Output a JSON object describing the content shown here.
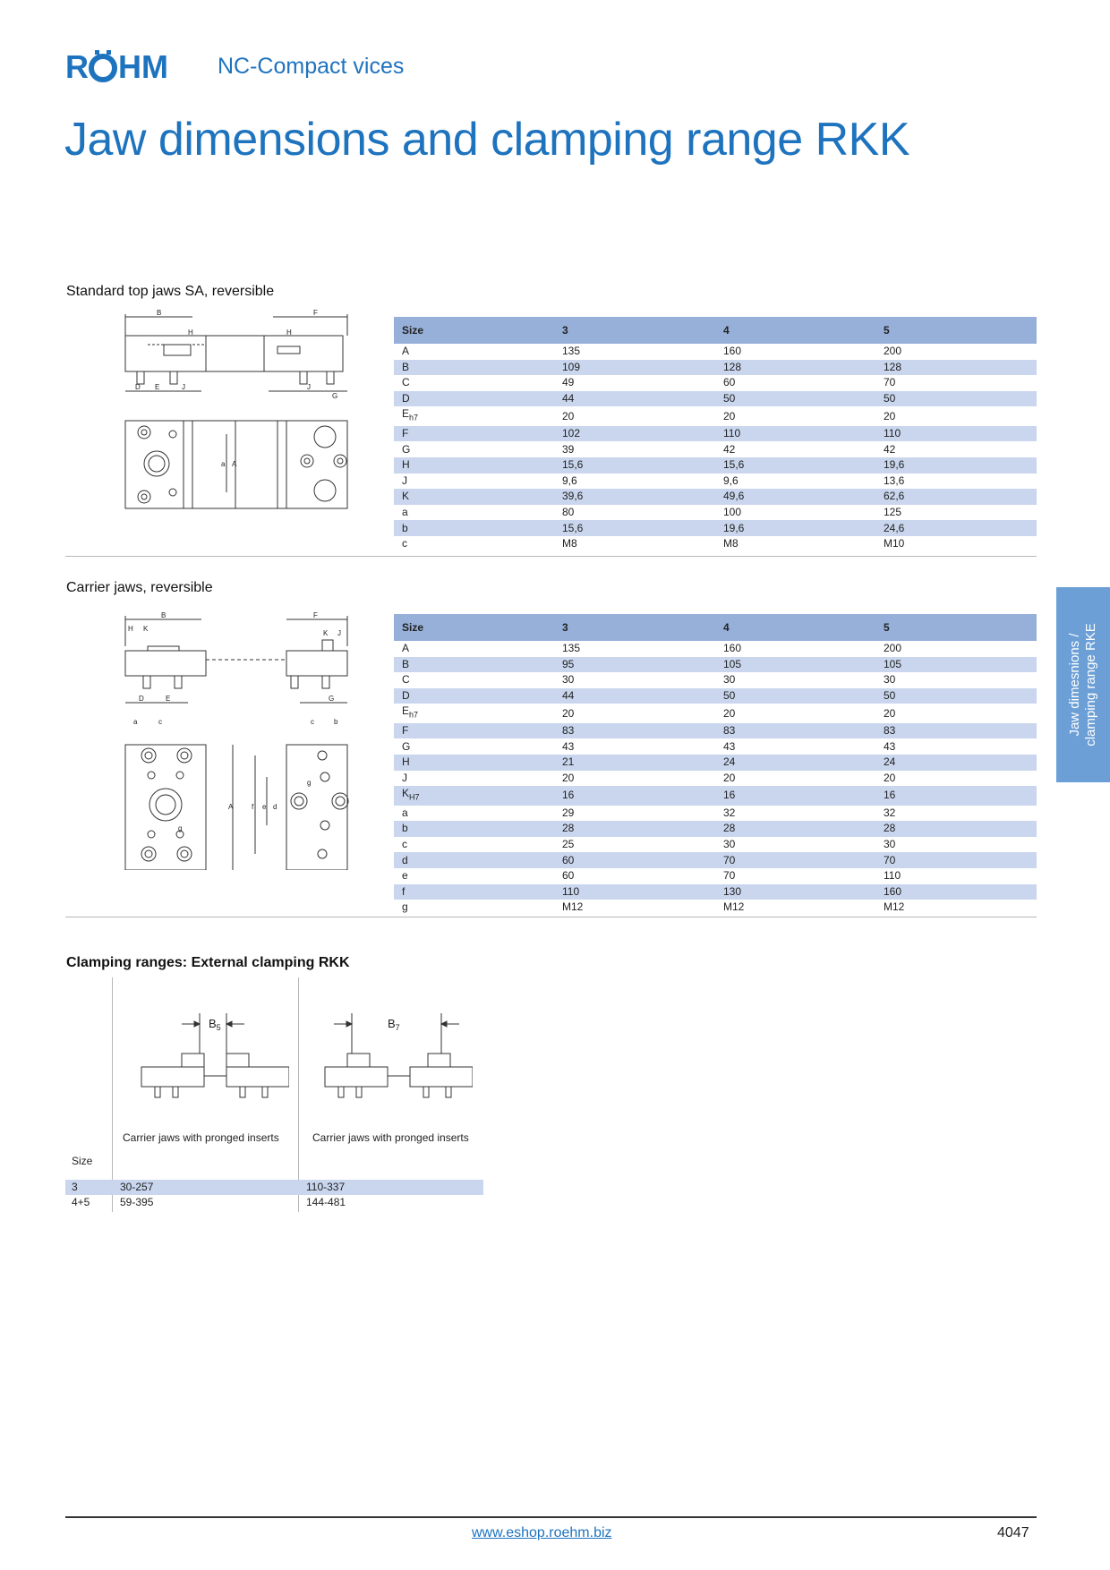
{
  "header": {
    "brand": "RÖHM",
    "subtitle": "NC-Compact vices",
    "title": "Jaw dimensions and clamping range RKK"
  },
  "side_tab": {
    "line1": "Jaw dimesnions /",
    "line2": "clamping range RKE"
  },
  "section1": {
    "heading": "Standard top jaws SA, reversible",
    "table": {
      "columns": [
        "Size",
        "3",
        "4",
        "5"
      ],
      "rows": [
        [
          "A",
          "135",
          "160",
          "200"
        ],
        [
          "B",
          "109",
          "128",
          "128"
        ],
        [
          "C",
          "49",
          "60",
          "70"
        ],
        [
          "D",
          "44",
          "50",
          "50"
        ],
        [
          "E",
          "20",
          "20",
          "20"
        ],
        [
          "F",
          "102",
          "110",
          "110"
        ],
        [
          "G",
          "39",
          "42",
          "42"
        ],
        [
          "H",
          "15,6",
          "15,6",
          "19,6"
        ],
        [
          "J",
          "9,6",
          "9,6",
          "13,6"
        ],
        [
          "K",
          "39,6",
          "49,6",
          "62,6"
        ],
        [
          "a",
          "80",
          "100",
          "125"
        ],
        [
          "b",
          "15,6",
          "19,6",
          "24,6"
        ],
        [
          "c",
          "M8",
          "M8",
          "M10"
        ]
      ],
      "subscripts": {
        "E": "h7"
      }
    }
  },
  "section2": {
    "heading": "Carrier jaws, reversible",
    "table": {
      "columns": [
        "Size",
        "3",
        "4",
        "5"
      ],
      "rows": [
        [
          "A",
          "135",
          "160",
          "200"
        ],
        [
          "B",
          "95",
          "105",
          "105"
        ],
        [
          "C",
          "30",
          "30",
          "30"
        ],
        [
          "D",
          "44",
          "50",
          "50"
        ],
        [
          "E",
          "20",
          "20",
          "20"
        ],
        [
          "F",
          "83",
          "83",
          "83"
        ],
        [
          "G",
          "43",
          "43",
          "43"
        ],
        [
          "H",
          "21",
          "24",
          "24"
        ],
        [
          "J",
          "20",
          "20",
          "20"
        ],
        [
          "K",
          "16",
          "16",
          "16"
        ],
        [
          "a",
          "29",
          "32",
          "32"
        ],
        [
          "b",
          "28",
          "28",
          "28"
        ],
        [
          "c",
          "25",
          "30",
          "30"
        ],
        [
          "d",
          "60",
          "70",
          "70"
        ],
        [
          "e",
          "60",
          "70",
          "110"
        ],
        [
          "f",
          "110",
          "130",
          "160"
        ],
        [
          "g",
          "M12",
          "M12",
          "M12"
        ]
      ],
      "subscripts": {
        "E": "h7",
        "K": "H7"
      }
    }
  },
  "section3": {
    "heading": "Clamping ranges: External clamping RKK",
    "labels": {
      "b5": "B",
      "b5_sub": "5",
      "b7": "B",
      "b7_sub": "7"
    },
    "captions": [
      "Carrier jaws with pronged inserts",
      "Carrier jaws with pronged inserts"
    ],
    "size_label": "Size",
    "rows": [
      [
        "3",
        "30-257",
        "110-337"
      ],
      [
        "4+5",
        "59-395",
        "144-481"
      ]
    ]
  },
  "footer": {
    "url": "www.eshop.roehm.biz",
    "page": "4047"
  },
  "colors": {
    "brand_blue": "#1e73be",
    "table_header": "#96b0d9",
    "table_stripe": "#c9d6ee",
    "side_tab": "#6b9fd6"
  }
}
